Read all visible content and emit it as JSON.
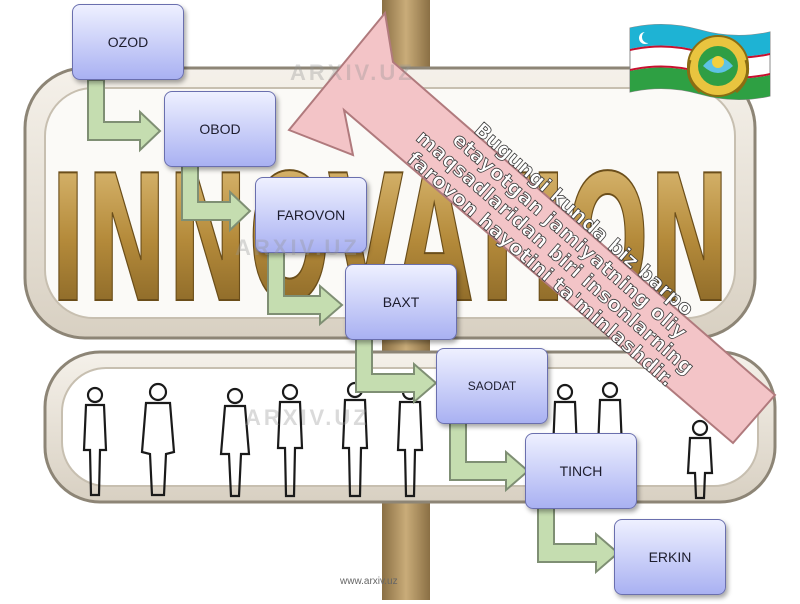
{
  "sign_word": "INNOVATION",
  "chain": [
    {
      "label": "OZOD"
    },
    {
      "label": "OBOD"
    },
    {
      "label": "FAROVON"
    },
    {
      "label": "BAXT"
    },
    {
      "label": "SAODAT"
    },
    {
      "label": "TINCH"
    },
    {
      "label": "ERKIN"
    }
  ],
  "arrow_text": [
    "Bugungi kunda biz barpo",
    "etayotgan jamiyatning oliy",
    "maqsadlaridan biri insonlarning",
    "farovon hayotini ta'minlashdir."
  ],
  "watermark": "ARXIV.UZ",
  "footer": "www.arxiv.uz",
  "colors": {
    "box_fill_top": "#eef0ff",
    "box_fill_bottom": "#a9b1f2",
    "connector_fill": "#c5ddb0",
    "big_arrow_fill": "#f3c4c7",
    "sign_gold": "#b48a3a",
    "sign_frame": "#ebe6dd",
    "post": "#b89b6a"
  },
  "icons": [
    "uzbekistan-flag-icon",
    "state-emblem-icon"
  ]
}
